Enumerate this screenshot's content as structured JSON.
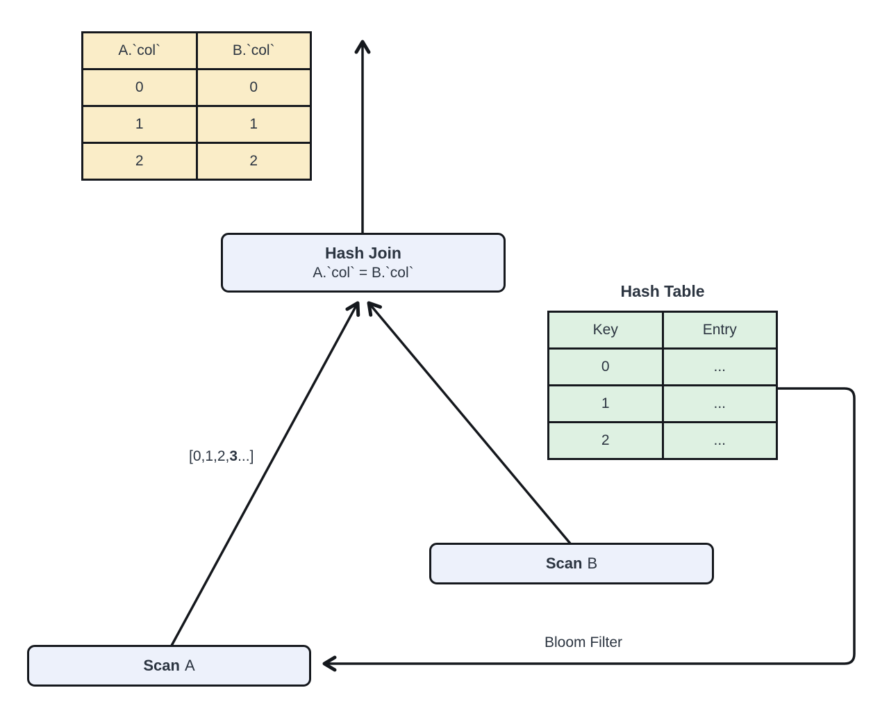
{
  "diagram": {
    "result_table": {
      "headers": [
        "A.`col`",
        "B.`col`"
      ],
      "rows": [
        [
          "0",
          "0"
        ],
        [
          "1",
          "1"
        ],
        [
          "2",
          "2"
        ]
      ],
      "fill": "#FAEDC8"
    },
    "hash_join_node": {
      "title": "Hash Join",
      "condition": "A.`col` = B.`col`",
      "fill": "#EDF1FB"
    },
    "hash_table": {
      "title": "Hash Table",
      "headers": [
        "Key",
        "Entry"
      ],
      "rows": [
        [
          "0",
          "..."
        ],
        [
          "1",
          "..."
        ],
        [
          "2",
          "..."
        ]
      ],
      "fill": "#DEF1E2"
    },
    "scan_a_node": {
      "label_bold": "Scan",
      "label_regular": "A",
      "fill": "#EDF1FB"
    },
    "scan_b_node": {
      "label_bold": "Scan",
      "label_regular": "B",
      "fill": "#EDF1FB"
    },
    "edge_labels": {
      "scan_a_values_prefix": "[0,1,2,",
      "scan_a_values_bold": "3",
      "scan_a_values_suffix": "...]",
      "bloom_filter": "Bloom Filter"
    },
    "colors": {
      "line": "#15181d",
      "text": "#2b3440",
      "node_fill": "#EDF1FB",
      "result_table_fill": "#FAEDC8",
      "hash_table_fill": "#DEF1E2",
      "background": "#ffffff"
    }
  }
}
